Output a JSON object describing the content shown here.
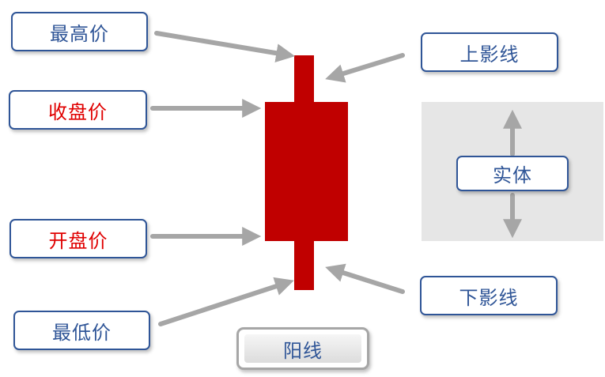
{
  "labels": {
    "highest_price": "最高价",
    "close_price": "收盘价",
    "open_price": "开盘价",
    "lowest_price": "最低价",
    "upper_shadow": "上影线",
    "real_body": "实体",
    "lower_shadow": "下影线",
    "candle_type": "阳线"
  },
  "colors": {
    "candle": "#c00000",
    "label_border": "#2f5597",
    "label_text": "#2f5597",
    "price_text_red": "#e00000",
    "arrow": "#a6a6a6",
    "body_panel": "#e6e6e6"
  }
}
